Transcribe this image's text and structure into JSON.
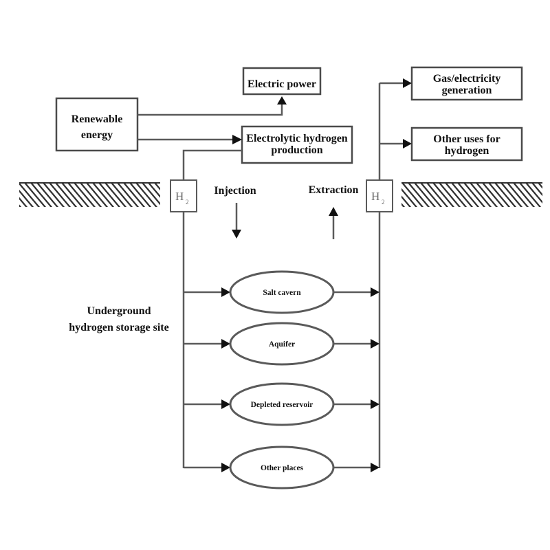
{
  "diagram": {
    "sources": {
      "renewable_energy": [
        "Renewable",
        "energy"
      ]
    },
    "outputs": {
      "electric_power": "Electric power",
      "electrolytic_production": [
        "Electrolytic hydrogen",
        "production"
      ],
      "gas_electricity_generation": [
        "Gas/electricity",
        "generation"
      ],
      "other_uses": [
        "Other uses for",
        "hydrogen"
      ]
    },
    "wells": {
      "injection_label": "Injection",
      "extraction_label": "Extraction",
      "h2_symbol": "H",
      "h2_subscript": "2"
    },
    "site_label": [
      "Underground",
      "hydrogen storage site"
    ],
    "storage_types": [
      "Salt cavern",
      "Aquifer",
      "Depleted reservoir",
      "Other places"
    ],
    "colors": {
      "line": "#5a5a5a",
      "box_border": "#4a4a4a",
      "text": "#111111",
      "hatch": "#333333"
    }
  }
}
